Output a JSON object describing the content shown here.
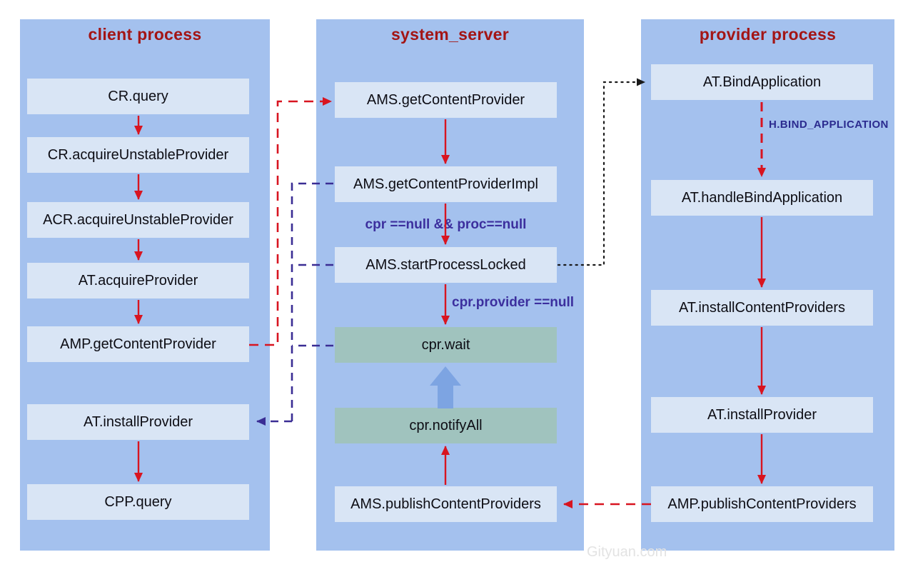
{
  "columns": {
    "client": {
      "title": "client process",
      "boxes": [
        {
          "label": "CR.query"
        },
        {
          "label": "CR.acquireUnstableProvider"
        },
        {
          "label": "ACR.acquireUnstableProvider"
        },
        {
          "label": "AT.acquireProvider"
        },
        {
          "label": "AMP.getContentProvider"
        },
        {
          "label": "AT.installProvider"
        },
        {
          "label": "CPP.query"
        }
      ]
    },
    "system": {
      "title": "system_server",
      "boxes": [
        {
          "label": "AMS.getContentProvider"
        },
        {
          "label": "AMS.getContentProviderImpl"
        },
        {
          "label": "AMS.startProcessLocked"
        },
        {
          "label": "cpr.wait"
        },
        {
          "label": "cpr.notifyAll"
        },
        {
          "label": "AMS.publishContentProviders"
        }
      ]
    },
    "provider": {
      "title": "provider process",
      "boxes": [
        {
          "label": "AT.BindApplication"
        },
        {
          "label": "AT.handleBindApplication"
        },
        {
          "label": "AT.installContentProviders"
        },
        {
          "label": "AT.installProvider"
        },
        {
          "label": "AMP.publishContentProviders"
        }
      ]
    }
  },
  "annotations": {
    "cond_start_process": "cpr ==null && proc==null",
    "cond_provider_null": "cpr.provider ==null",
    "bind_application_msg": "H.BIND_APPLICATION"
  },
  "watermark": "Gityuan.com",
  "colors": {
    "column_bg": "#a4c1ee",
    "box_bg": "#d9e5f5",
    "wait_box_bg": "#a0c3be",
    "title_text": "#a31515",
    "box_text": "#0d0d14",
    "arrow_red": "#d81420",
    "arrow_purple": "#3a2d94",
    "arrow_dotted_black": "#1a1a1a",
    "block_arrow_blue": "#7da4e2",
    "condition_text": "#3c2f9e",
    "watermark_text": "#e3e3e3"
  }
}
